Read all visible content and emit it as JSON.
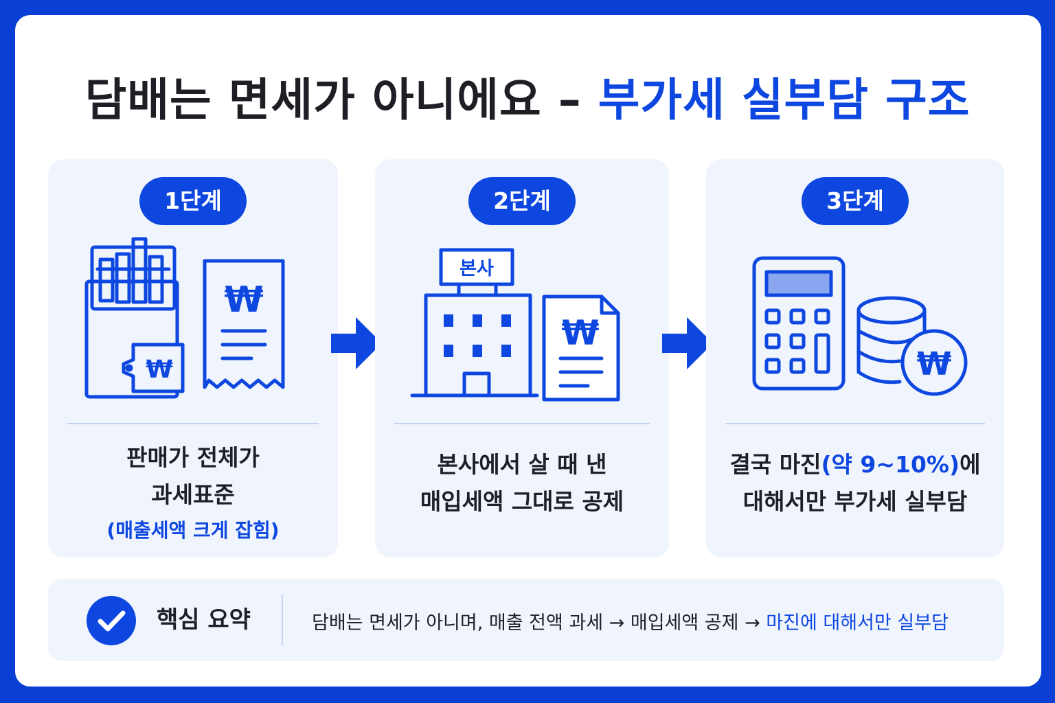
{
  "title": {
    "main": "담배는 면세가 아니에요 –",
    "highlight": "부가세 실부담 구조"
  },
  "steps": [
    {
      "badge": "1단계",
      "line1": "판매가 전체가",
      "line2": "과세표준",
      "note": "(매출세액 크게 잡힘)"
    },
    {
      "badge": "2단계",
      "building_sign": "본사",
      "line1": "본사에서 살 때 낸",
      "line2": "매입세액 그대로 공제"
    },
    {
      "badge": "3단계",
      "line1_a": "결국 마진",
      "line1_hl": "(약 9~10%)",
      "line1_b": "에",
      "line2": "대해서만 부가세 실부담"
    }
  ],
  "summary": {
    "label": "핵심 요약",
    "text": "담배는 면세가 아니며, 매출 전액 과세 → 매입세액 공제 → ",
    "highlight": "마진에 대해서만 실부담"
  },
  "icons": [
    "cigarette-pack-icon",
    "price-tag-icon",
    "receipt-icon",
    "arrow-right-icon",
    "building-icon",
    "invoice-icon",
    "calculator-icon",
    "coin-stack-icon",
    "won-coin-icon",
    "check-circle-icon"
  ],
  "colors": {
    "accent": "#0d47e0",
    "frame": "#0a3fd6",
    "panel": "#f0f4fd",
    "text": "#1d1f25"
  }
}
